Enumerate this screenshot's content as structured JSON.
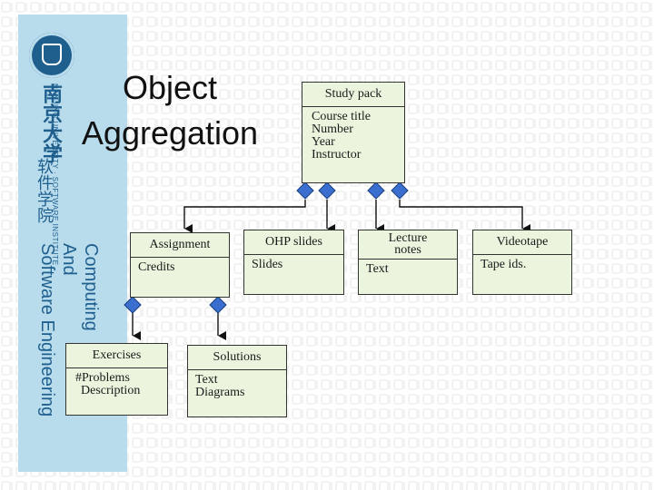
{
  "slide": {
    "title_line1": "Object",
    "title_line2": "Aggregation"
  },
  "sidebar": {
    "university_cn": "南京大学",
    "university_en": "NANJING UNIVERSITY · SOFTWARE INSTITUTE",
    "institute_cn": "软件学院",
    "department_line1": "Computing",
    "department_line2": "And",
    "department_line3": "Software Engineering"
  },
  "diagram": {
    "study_pack": {
      "name": "Study pack",
      "attrs": [
        "Course title",
        "Number",
        "Year",
        "Instructor"
      ]
    },
    "assignment": {
      "name": "Assignment",
      "attrs": [
        "Credits"
      ]
    },
    "ohp_slides": {
      "name": "OHP slides",
      "attrs": [
        "Slides"
      ]
    },
    "lecture_notes": {
      "name_line1": "Lecture",
      "name_line2": "notes",
      "attrs": [
        "Text"
      ]
    },
    "videotape": {
      "name": "Videotape",
      "attrs": [
        "Tape ids."
      ]
    },
    "exercises": {
      "name": "Exercises",
      "attrs": [
        "#Problems",
        "Description"
      ]
    },
    "solutions": {
      "name": "Solutions",
      "attrs": [
        "Text",
        "Diagrams"
      ]
    }
  },
  "colors": {
    "sidebar": "#b9dced",
    "box_fill": "#ebf5de",
    "diamond": "#3a6fd0",
    "accent": "#1f5f8e"
  }
}
